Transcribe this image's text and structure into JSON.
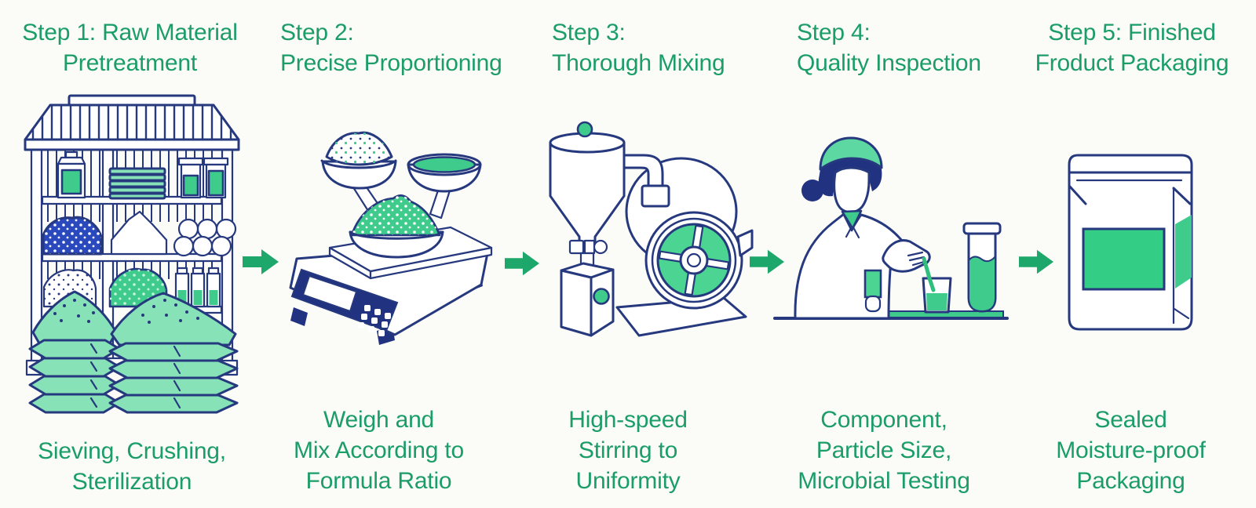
{
  "background": "#fbfbf8",
  "colors": {
    "title_green": "#1b9d67",
    "outline_navy": "#26397e",
    "fill_green": "#3ecb8b",
    "fill_mint": "#87e2b8",
    "fill_blue": "#2a49bd",
    "arrow_green": "#1ea76b"
  },
  "steps": [
    {
      "title_lines": [
        "Step 1: Raw Material",
        "Pretreatment"
      ],
      "caption_lines": [
        "Sieving, Crushing,",
        "Sterilization"
      ],
      "icon": "raw-material-warehouse-icon"
    },
    {
      "title_lines": [
        "Step 2:",
        "Precise Proportioning"
      ],
      "caption_lines": [
        "Weigh and",
        "Mix According to",
        "Formula Ratio"
      ],
      "icon": "weighing-scale-icon"
    },
    {
      "title_lines": [
        "Step 3:",
        "Thorough Mixing"
      ],
      "caption_lines": [
        "High-speed",
        "Stirring to",
        "Uniformity"
      ],
      "icon": "mixer-machine-icon"
    },
    {
      "title_lines": [
        "Step 4:",
        "Quality Inspection"
      ],
      "caption_lines": [
        "Component,",
        "Particle Size,",
        "Microbial Testing"
      ],
      "icon": "inspector-testing-icon"
    },
    {
      "title_lines": [
        "Step 5: Finished",
        "Froduct Packaging"
      ],
      "caption_lines": [
        "Sealed",
        "Moisture-proof",
        "Packaging"
      ],
      "icon": "sealed-pouch-icon"
    }
  ],
  "arrow": {
    "icon": "right-arrow-icon",
    "count": 4
  }
}
